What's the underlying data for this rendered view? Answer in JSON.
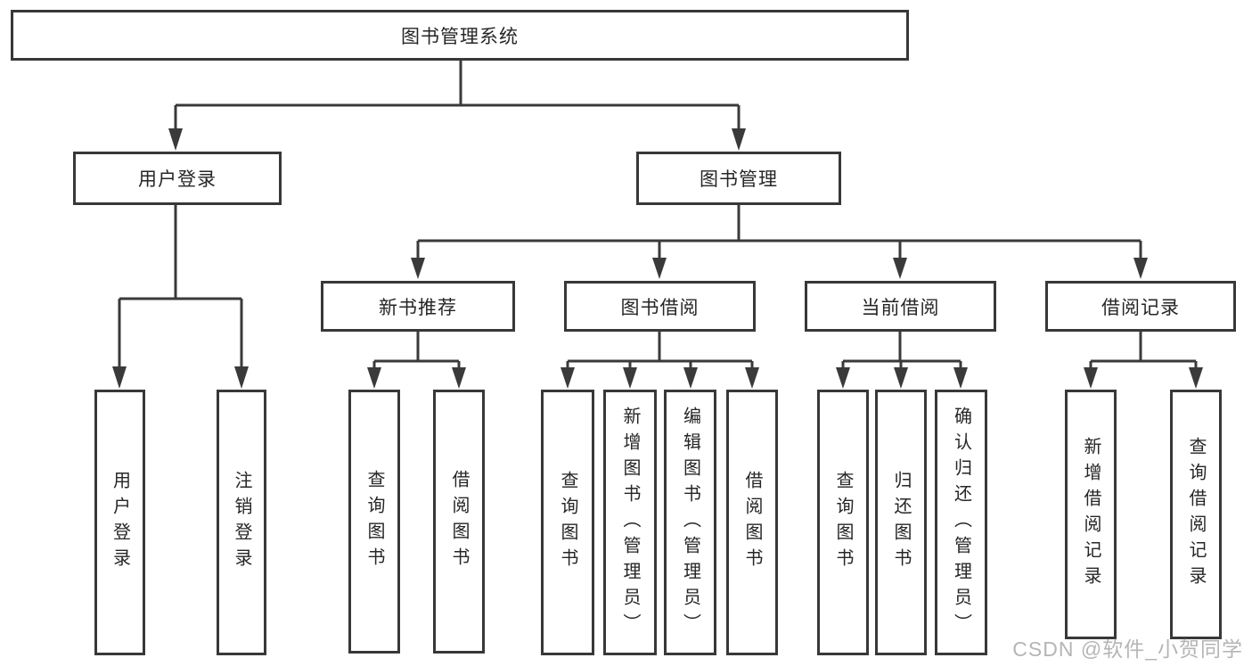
{
  "diagram": {
    "root": {
      "label": "图书管理系统"
    },
    "level2": [
      {
        "label": "用户登录"
      },
      {
        "label": "图书管理"
      }
    ],
    "level3": [
      {
        "label": "新书推荐"
      },
      {
        "label": "图书借阅"
      },
      {
        "label": "当前借阅"
      },
      {
        "label": "借阅记录"
      }
    ],
    "leaves": {
      "user_login": [
        "用户登录",
        "注销登录"
      ],
      "new_book": [
        "查询图书",
        "借阅图书"
      ],
      "borrow": [
        "查询图书",
        "新增图书（管理员）",
        "编辑图书（管理员）",
        "借阅图书"
      ],
      "current": [
        "查询图书",
        "归还图书",
        "确认归还（管理员）"
      ],
      "records": [
        "新增借阅记录",
        "查询借阅记录"
      ]
    },
    "watermark": "CSDN @软件_小贺同学",
    "colors": {
      "line": "#3a3a3a",
      "border": "#383838",
      "text": "#262626",
      "watermark": "#b5b5b5",
      "background": "#ffffff"
    }
  }
}
